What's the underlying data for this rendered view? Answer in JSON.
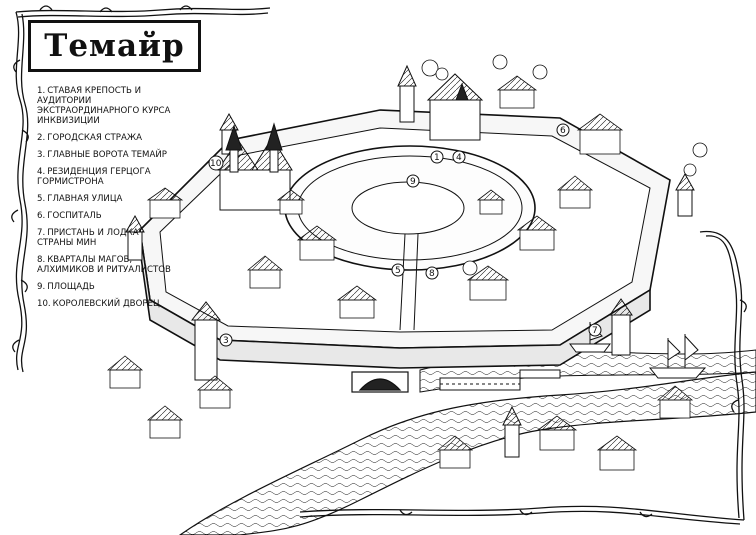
{
  "title": "Темайр",
  "legend": [
    {
      "num": "1.",
      "label": "Ставая крепость и аудитории экстраординарного курса инквизиции"
    },
    {
      "num": "2.",
      "label": "Городская стража"
    },
    {
      "num": "3.",
      "label": "Главные ворота Темайр"
    },
    {
      "num": "4.",
      "label": "Резиденция герцога Гормистрона"
    },
    {
      "num": "5.",
      "label": "Главная улица"
    },
    {
      "num": "6.",
      "label": "Госпиталь"
    },
    {
      "num": "7.",
      "label": "Пристань и лодка страны Мин"
    },
    {
      "num": "8.",
      "label": "Кварталы магов, алхимиков и ритуалистов"
    },
    {
      "num": "9.",
      "label": "Площадь"
    },
    {
      "num": "10.",
      "label": "Королевский дворец"
    }
  ],
  "map_markers": [
    {
      "id": "1",
      "label": "1"
    },
    {
      "id": "3",
      "label": "3"
    },
    {
      "id": "4",
      "label": "4"
    },
    {
      "id": "5",
      "label": "5"
    },
    {
      "id": "6",
      "label": "6"
    },
    {
      "id": "7",
      "label": "7"
    },
    {
      "id": "8",
      "label": "8"
    },
    {
      "id": "9",
      "label": "9"
    },
    {
      "id": "10",
      "label": "10"
    }
  ],
  "colors": {
    "ink": "#111111",
    "paper": "#ffffff"
  },
  "icons": [
    "vine-border",
    "fortress-wall",
    "tower-icon",
    "castle-icon",
    "ship-icon",
    "river",
    "houses"
  ]
}
